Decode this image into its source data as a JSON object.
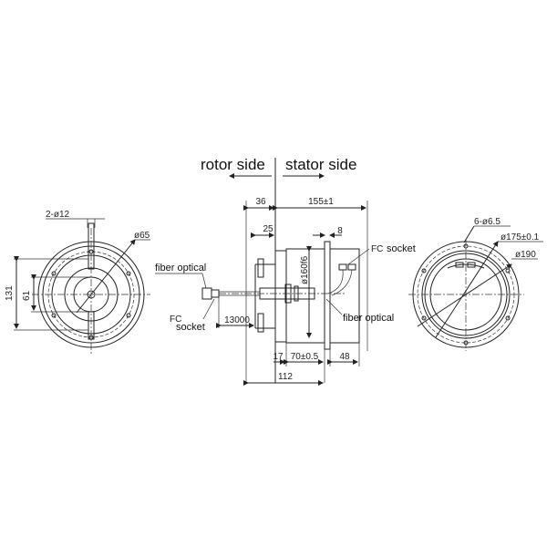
{
  "header": {
    "rotor_label": "rotor side",
    "stator_label": "stator side"
  },
  "left_view": {
    "hole_spec": "2-ø12",
    "diameter_inner": "ø65",
    "height_outer": "131",
    "height_inner": "61"
  },
  "side_view": {
    "dim_36": "36",
    "dim_155": "155±1",
    "dim_25": "25",
    "dim_8": "8",
    "dim_160": "ø160f6",
    "dim_13000": "13000",
    "dim_17": "17",
    "dim_70": "70±0.5",
    "dim_48": "48",
    "dim_112": "112",
    "label_fiber_left": "fiber optical",
    "label_fc_left": "FC",
    "label_socket_left": "socket",
    "label_fc_right": "FC",
    "label_socket_right": "socket",
    "label_fiber_right": "fiber optical"
  },
  "right_view": {
    "hole_spec": "6-ø6.5",
    "diameter_pcd": "ø175±0.1",
    "diameter_outer": "ø190"
  }
}
